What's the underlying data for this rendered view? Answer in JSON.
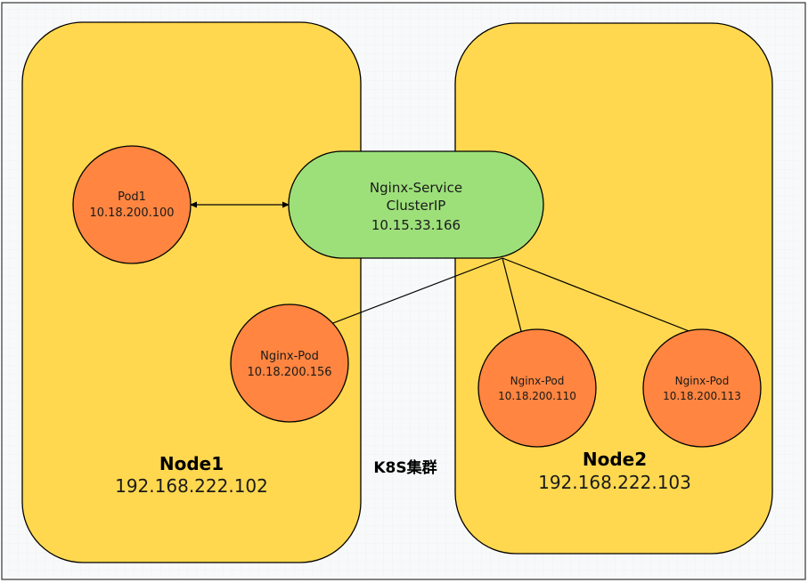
{
  "cluster": {
    "label": "K8S集群",
    "colors": {
      "background": "#f8f9fa",
      "border": "#333333",
      "grid": "#ececec"
    }
  },
  "nodes": [
    {
      "name": "Node1",
      "ip": "192.168.222.102"
    },
    {
      "name": "Node2",
      "ip": "192.168.222.103"
    }
  ],
  "service": {
    "name": "Nginx-Service",
    "type": "ClusterIP",
    "ip": "10.15.33.166"
  },
  "pods": [
    {
      "name": "Pod1",
      "ip": "10.18.200.100"
    },
    {
      "name": "Nginx-Pod",
      "ip": "10.18.200.156"
    },
    {
      "name": "Nginx-Pod",
      "ip": "10.18.200.110"
    },
    {
      "name": "Nginx-Pod",
      "ip": "10.18.200.113"
    }
  ],
  "colors": {
    "node_fill": "#ffd84f",
    "service_fill": "#9de07a",
    "pod_fill": "#ff8540",
    "stroke": "#000000"
  }
}
